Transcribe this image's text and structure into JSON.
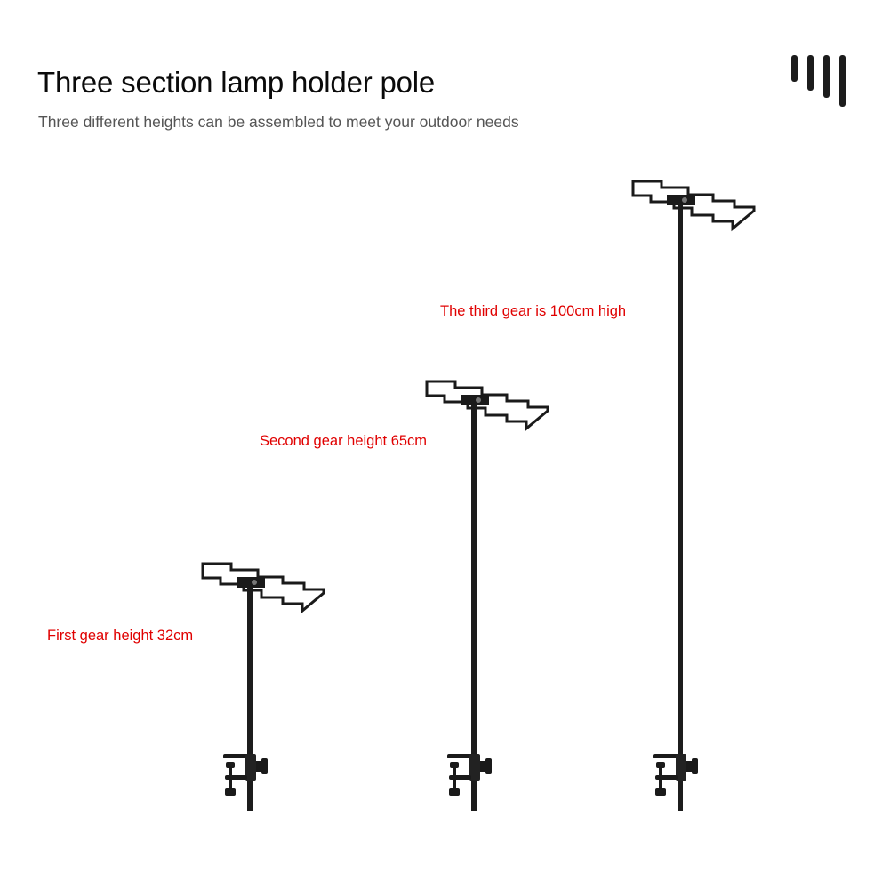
{
  "header": {
    "title": "Three section lamp holder pole",
    "subtitle": "Three different heights can be assembled to meet your outdoor needs"
  },
  "logo": {
    "icon": "four-bars-logo-icon",
    "bars": 4
  },
  "labels": {
    "third": "The third gear is 100cm high",
    "second": "Second gear height 65cm",
    "first": "First gear height 32cm"
  },
  "poles": [
    {
      "name": "first-gear-pole",
      "height_cm": 32
    },
    {
      "name": "second-gear-pole",
      "height_cm": 65
    },
    {
      "name": "third-gear-pole",
      "height_cm": 100
    }
  ],
  "colors": {
    "label": "#e00000",
    "title": "#0a0a0a",
    "subtitle": "#555555",
    "metal": "#1c1c1c"
  }
}
